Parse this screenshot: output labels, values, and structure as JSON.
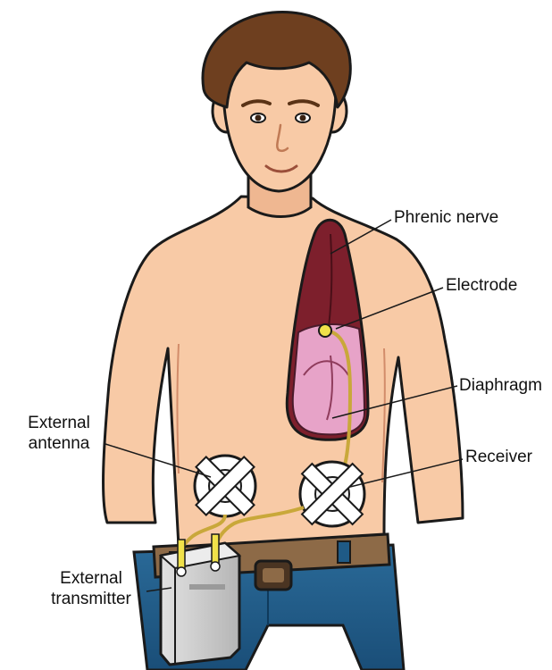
{
  "labels": {
    "phrenic_nerve": "Phrenic nerve",
    "electrode": "Electrode",
    "diaphragm": "Diaphragm",
    "receiver": "Receiver",
    "external_antenna": [
      "External",
      "antenna"
    ],
    "external_transmitter": [
      "External",
      "transmitter"
    ]
  },
  "colors": {
    "skin": "#f8caa6",
    "skin_shadow": "#e9a883",
    "hair": "#6e3f1f",
    "lung": "#7d1f2c",
    "diaphragm": "#e7a3c8",
    "jeans": "#1f5a86",
    "belt": "#8d6a47",
    "wire": "#d9c23a",
    "transmitter": "#c9c9c9",
    "outline": "#1a1a1a"
  },
  "icons": [
    "boy-figure",
    "lung-cutaway",
    "receiver-pad",
    "antenna-pad",
    "transmitter-box"
  ]
}
